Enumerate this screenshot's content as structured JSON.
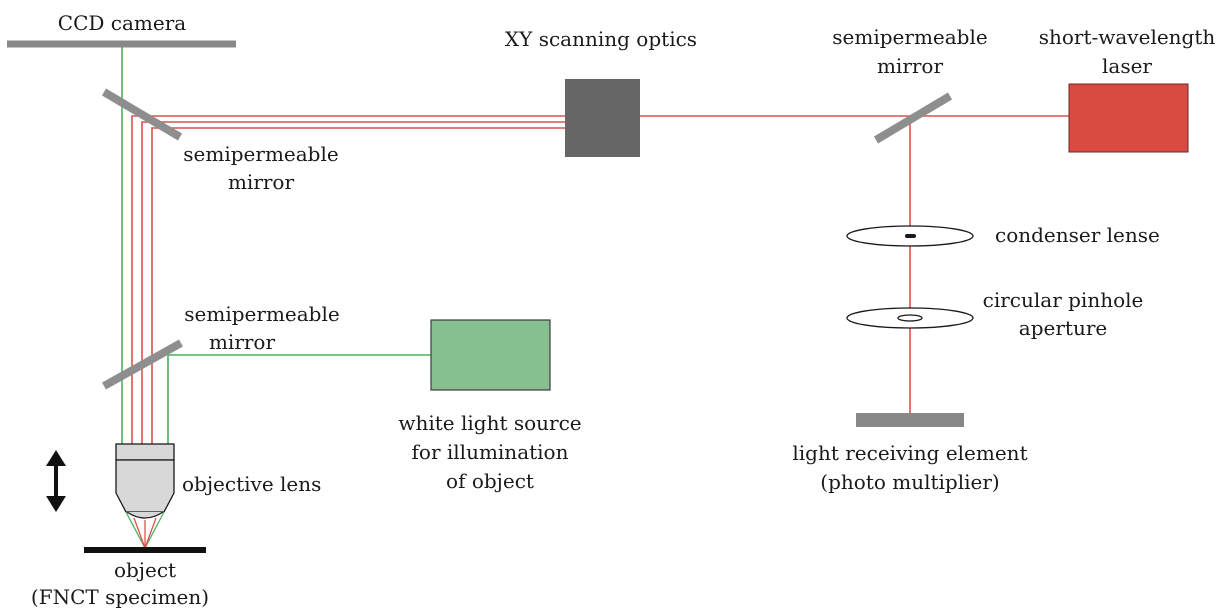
{
  "labels": {
    "ccd_camera": "CCD camera",
    "xy_scanning_optics": "XY scanning optics",
    "mirror_right": [
      "semipermeable",
      "mirror"
    ],
    "laser": [
      "short-wavelength",
      "laser"
    ],
    "mirror_top": [
      "semipermeable",
      "mirror"
    ],
    "mirror_bottom": [
      "semipermeable",
      "mirror"
    ],
    "condenser_lense": "condenser lense",
    "pinhole": [
      "circular pinhole",
      "aperture"
    ],
    "white_light_source": [
      "white light source",
      "for illumination",
      "of object"
    ],
    "light_receiving_element": [
      "light receiving element",
      "(photo multiplier)"
    ],
    "objective_lens": "objective lens",
    "object": [
      "object",
      "(FNCT specimen)"
    ]
  },
  "colors": {
    "laser_beam": "#d9534f",
    "white_light_beam": "#49b35a",
    "laser_box": "#d94b40",
    "scanner_box": "#666666",
    "light_source_box": "#86bf90",
    "mirror": "#8e8e8e",
    "detector": "#888888",
    "objective_body": "#d8d8d8"
  },
  "icons": {
    "double_arrow": "up-down-arrow-icon"
  }
}
